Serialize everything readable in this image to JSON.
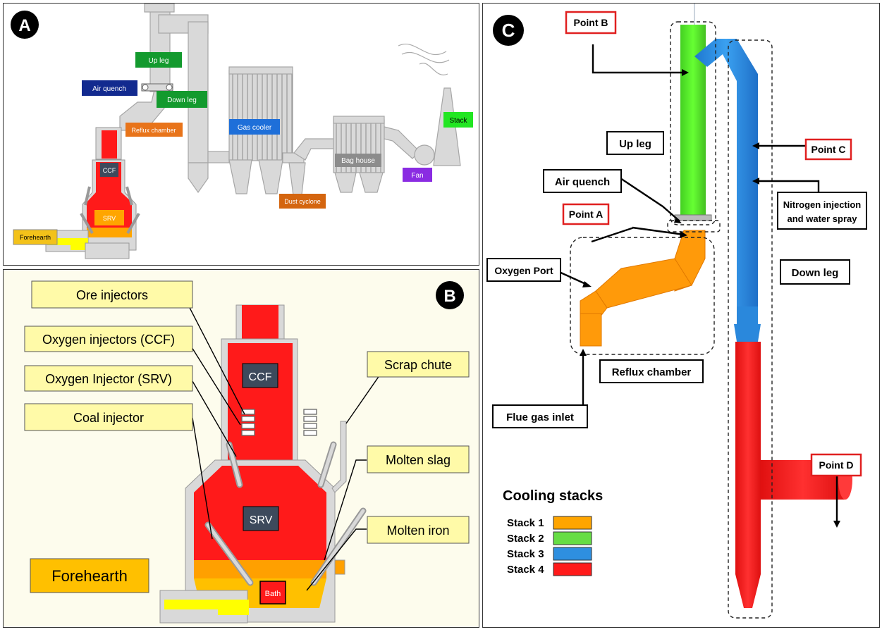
{
  "panels": [
    {
      "letter": "A"
    },
    {
      "letter": "B"
    },
    {
      "letter": "C"
    }
  ],
  "panel_a": {
    "labels": {
      "up_leg": "Up leg",
      "air_quench": "Air quench",
      "down_leg": "Down leg",
      "reflux_chamber": "Reflux chamber",
      "gas_cooler": "Gas cooler",
      "ccf": "CCF",
      "srv": "SRV",
      "forehearth": "Forehearth",
      "stack": "Stack",
      "bag_house": "Bag house",
      "fan": "Fan",
      "dust_cyclone": "Dust cyclone"
    },
    "colors": {
      "green": "#139a2e",
      "navy": "#122a8f",
      "orange": "#e8741a",
      "blue": "#1e6fd9",
      "red": "#ee1c1c",
      "yellow": "#f3c21a",
      "bright_green": "#22e622",
      "grey_box": "#8c8c8c",
      "purple": "#8a2be2",
      "rust": "#d4650f"
    }
  },
  "panel_b": {
    "labels": {
      "ore_injectors": "Ore injectors",
      "oxygen_injectors_ccf": "Oxygen injectors (CCF)",
      "oxygen_injector_srv": "Oxygen Injector (SRV)",
      "coal_injector": "Coal injector",
      "forehearth": "Forehearth",
      "scrap_chute": "Scrap chute",
      "molten_slag": "Molten slag",
      "molten_iron": "Molten iron",
      "ccf": "CCF",
      "srv": "SRV",
      "bath": "Bath"
    },
    "colors": {
      "label_fill": "#fffaa8",
      "forehearth_fill": "#ffc000",
      "furnace_red": "#ff1a1a",
      "dark_box": "#3d4a5c",
      "slag_orange": "#ffa000",
      "iron_yellow": "#ffff00"
    }
  },
  "panel_c": {
    "points": {
      "a": "Point A",
      "b": "Point B",
      "c": "Point C",
      "d": "Point D"
    },
    "labels": {
      "up_leg": "Up leg",
      "air_quench": "Air quench",
      "oxygen_port": "Oxygen Port",
      "reflux_chamber": "Reflux chamber",
      "flue_gas_inlet": "Flue gas inlet",
      "nitrogen_line1": "Nitrogen injection",
      "nitrogen_line2": "and water spray",
      "down_leg": "Down leg"
    },
    "legend": {
      "title": "Cooling stacks",
      "items": [
        {
          "label": "Stack 1",
          "color": "#ffa500"
        },
        {
          "label": "Stack 2",
          "color": "#66dd44"
        },
        {
          "label": "Stack 3",
          "color": "#2e8fe0"
        },
        {
          "label": "Stack 4",
          "color": "#ff1a1a"
        }
      ]
    }
  }
}
